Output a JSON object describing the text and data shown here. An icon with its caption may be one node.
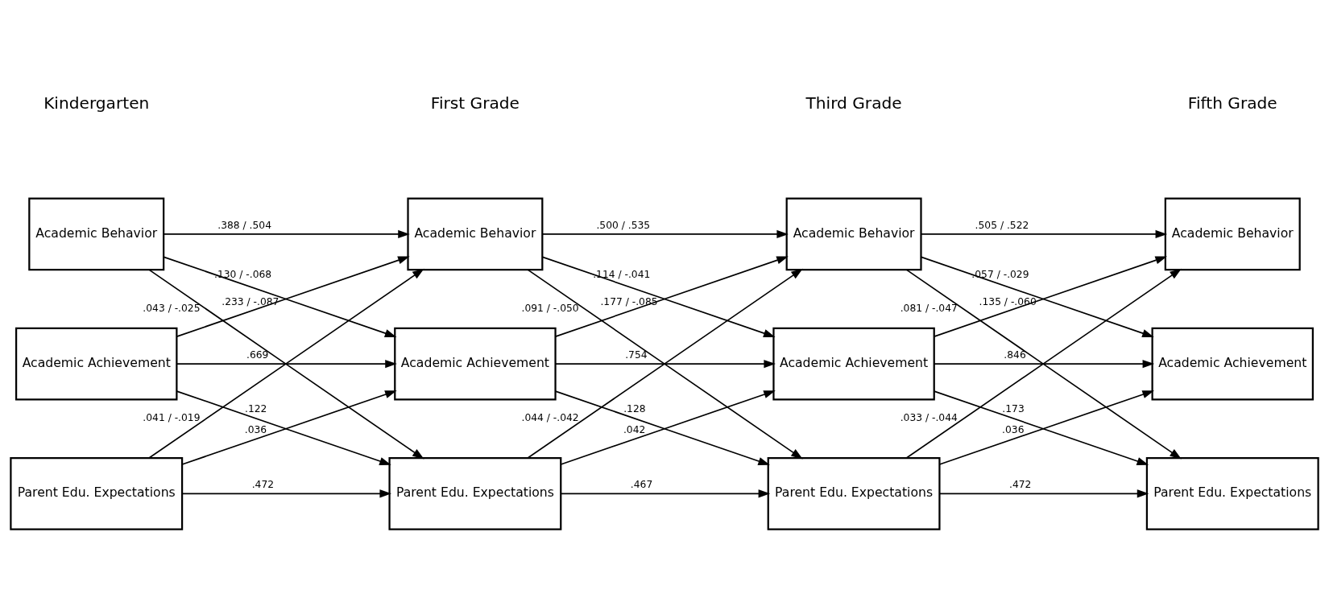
{
  "diagram": {
    "nodes": [
      {
        "text": [
          "Academic Behavior"
        ]
      },
      {
        "text": [
          "Academic Achievement"
        ]
      },
      {
        "text": [
          "Parent Edu. Expectations"
        ]
      },
      {
        "text": [
          "Academic Behavior"
        ]
      },
      {
        "text": [
          "Academic Achievement"
        ]
      },
      {
        "text": [
          "Parent Edu. Expectations"
        ]
      },
      {
        "text": [
          "Academic Behavior"
        ]
      },
      {
        "text": [
          "Academic Achievement"
        ]
      },
      {
        "text": [
          "Parent Edu. Expectations"
        ]
      },
      {
        "text": [
          "Academic Behavior"
        ]
      },
      {
        "text": [
          "Academic Achievement"
        ]
      },
      {
        "text": [
          "Parent Edu. Expectations"
        ]
      }
    ],
    "edges": [
      {
        "from": 0,
        "to": 3,
        "arrow": "to",
        "label": ".388 / .504"
      },
      {
        "from": 0,
        "to": 4,
        "arrow": "to",
        "label": ".130 / -.068"
      },
      {
        "from": 0,
        "to": 5,
        "arrow": "to",
        "label": ".043 / -.025"
      },
      {
        "from": 1,
        "to": 3,
        "arrow": "to",
        "label": ".233 / -.087"
      },
      {
        "from": 1,
        "to": 4,
        "arrow": "to",
        "label": ".669"
      },
      {
        "from": 1,
        "to": 5,
        "arrow": "to",
        "label": ".122"
      },
      {
        "from": 2,
        "to": 3,
        "arrow": "to",
        "label": ".041 / -.019"
      },
      {
        "from": 2,
        "to": 4,
        "arrow": "to",
        "label": ".036"
      },
      {
        "from": 2,
        "to": 5,
        "arrow": "to",
        "label": ".472"
      },
      {
        "from": 3,
        "to": 6,
        "arrow": "to",
        "label": ".500 / .535"
      },
      {
        "from": 3,
        "to": 7,
        "arrow": "to",
        "label": ".114 / -.041"
      },
      {
        "from": 3,
        "to": 8,
        "arrow": "to",
        "label": ".091 / -.050"
      },
      {
        "from": 4,
        "to": 6,
        "arrow": "to",
        "label": ".177 / -.085"
      },
      {
        "from": 4,
        "to": 7,
        "arrow": "to",
        "label": ".754"
      },
      {
        "from": 4,
        "to": 8,
        "arrow": "to",
        "label": ".128"
      },
      {
        "from": 5,
        "to": 6,
        "arrow": "to",
        "label": ".044 / -.042"
      },
      {
        "from": 5,
        "to": 7,
        "arrow": "to",
        "label": ".042"
      },
      {
        "from": 5,
        "to": 8,
        "arrow": "to",
        "label": ".467"
      },
      {
        "from": 6,
        "to": 9,
        "arrow": "to",
        "label": ".505 / .522"
      },
      {
        "from": 6,
        "to": 10,
        "arrow": "to",
        "label": ".057 / -.029"
      },
      {
        "from": 6,
        "to": 11,
        "arrow": "to",
        "label": ".081 / -.047"
      },
      {
        "from": 7,
        "to": 9,
        "arrow": "to",
        "label": ".135 / -.060"
      },
      {
        "from": 7,
        "to": 10,
        "arrow": "to",
        "label": ".846"
      },
      {
        "from": 7,
        "to": 11,
        "arrow": "to",
        "label": ".173"
      },
      {
        "from": 8,
        "to": 9,
        "arrow": "to",
        "label": ".033 / -.044"
      },
      {
        "from": 8,
        "to": 10,
        "arrow": "to",
        "label": ".036"
      },
      {
        "from": 8,
        "to": 11,
        "arrow": "to",
        "label": ".472"
      }
    ],
    "labels": [
      "Kindergarten",
      "First Grade",
      "Third Grade",
      "Fifth Grade"
    ]
  }
}
